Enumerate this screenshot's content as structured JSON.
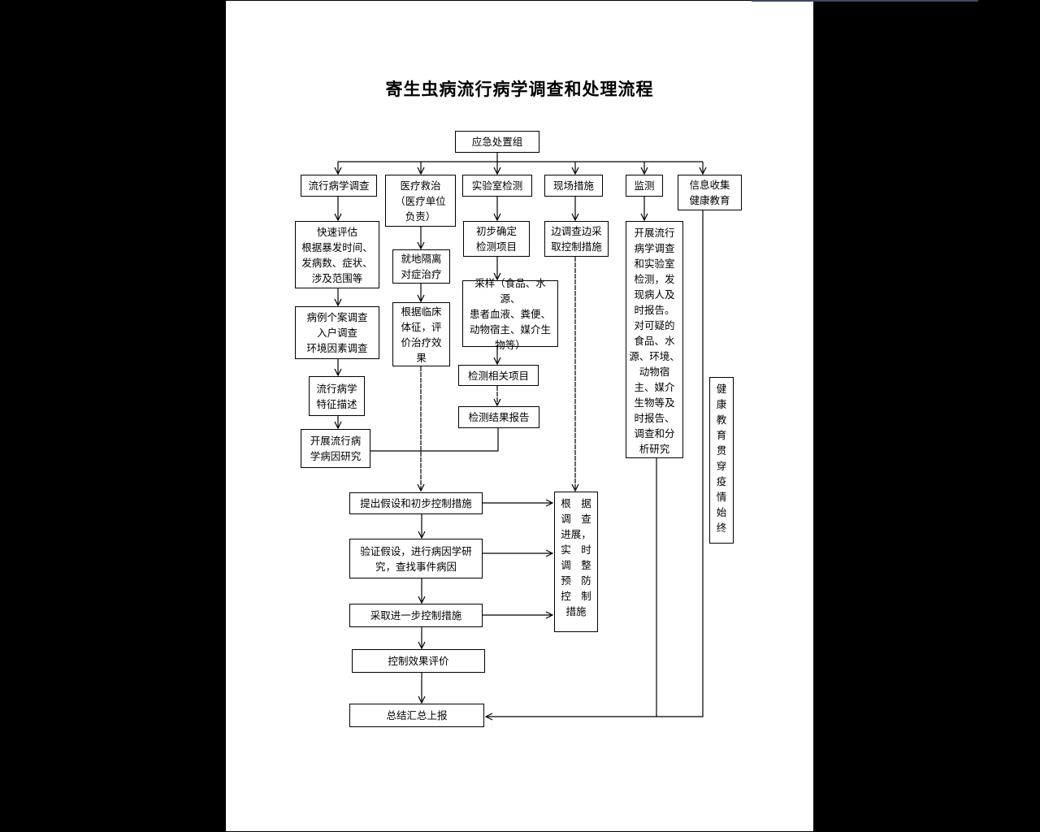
{
  "title": "寄生虫病流行病学调查和处理流程",
  "boxes": {
    "root": "应急处置组",
    "epi": "流行病学调查",
    "med": "医疗救治\n（医疗单位\n负责）",
    "lab": "实验室检测",
    "site": "现场措施",
    "monitor": "监测",
    "info": "信息收集\n健康教育",
    "epi1": "快速评估\n根据暴发时间、\n发病数、症状、\n涉及范围等",
    "epi2": "病例个案调查\n入户调查\n环境因素调查",
    "epi3": "流行病学\n特征描述",
    "epi4": "开展流行病\n学病因研究",
    "med1": "就地隔离\n对症治疗",
    "med2": "根据临床\n体征，评\n价治疗效\n果",
    "lab1": "初步确定\n检测项目",
    "lab2": "采样（食品、水源、\n患者血液、粪便、\n动物宿主、媒介生\n物等）",
    "lab3": "检测相关项目",
    "lab4": "检测结果报告",
    "site1": "边调查边采\n取控制措施",
    "monitor1": "开展流行\n病学调查\n和实验室\n检测，发\n现病人及\n时报告。\n对可疑的\n食品、水\n源、环境、\n动物宿\n主、媒介\n生物等及\n时报告、\n调查和分\n析研究",
    "health": "健\n康\n教\n育\n贯\n穿\n疫\n情\n始\n终",
    "adjust": "根　据\n调　查\n进展，\n实　时\n调　整\n预　防\n控　制\n措施",
    "step1": "提出假设和初步控制措施",
    "step2": "验证假设，进行病因学研\n究，查找事件病因",
    "step3": "采取进一步控制措施",
    "step4": "控制效果评价",
    "step5": "总结汇总上报"
  }
}
